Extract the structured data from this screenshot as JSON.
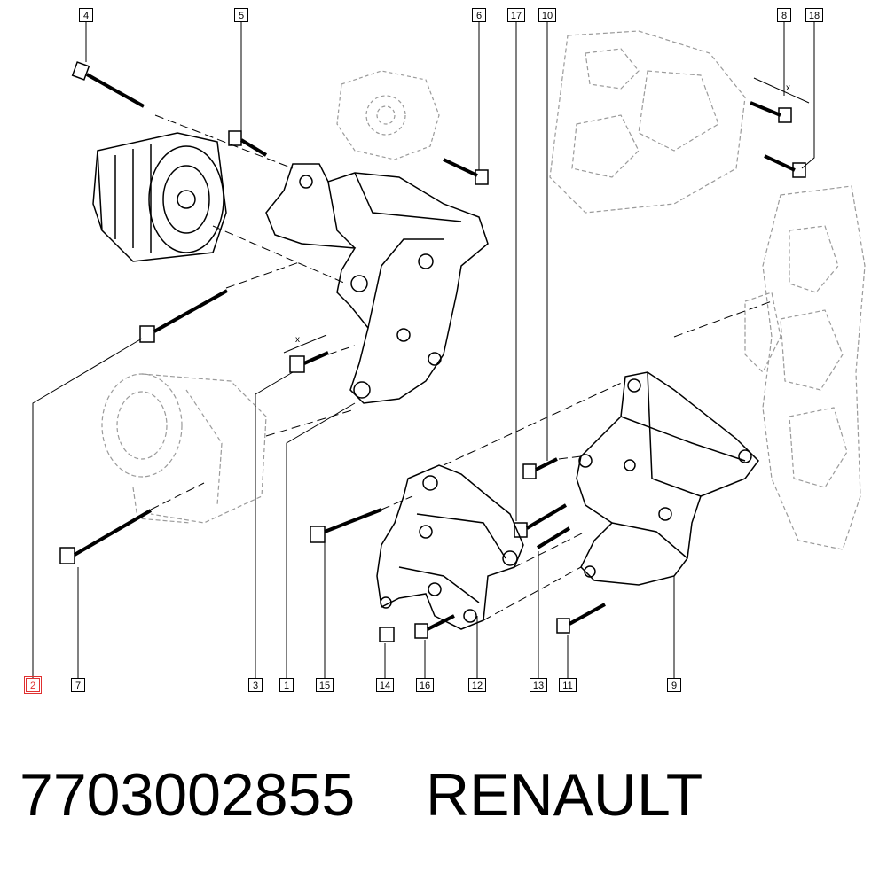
{
  "callouts": [
    "4",
    "5",
    "6",
    "17",
    "10",
    "8",
    "18",
    "2",
    "7",
    "3",
    "1",
    "15",
    "14",
    "16",
    "12",
    "13",
    "11",
    "9"
  ],
  "highlighted_callout": "2",
  "dimension_marks": [
    "x",
    "x"
  ],
  "caption": {
    "part_number": "7703002855",
    "brand": "RENAULT"
  },
  "colors": {
    "line": "#000000",
    "ghost": "#9a9a9a",
    "highlight": "#e03030",
    "background": "#ffffff"
  }
}
